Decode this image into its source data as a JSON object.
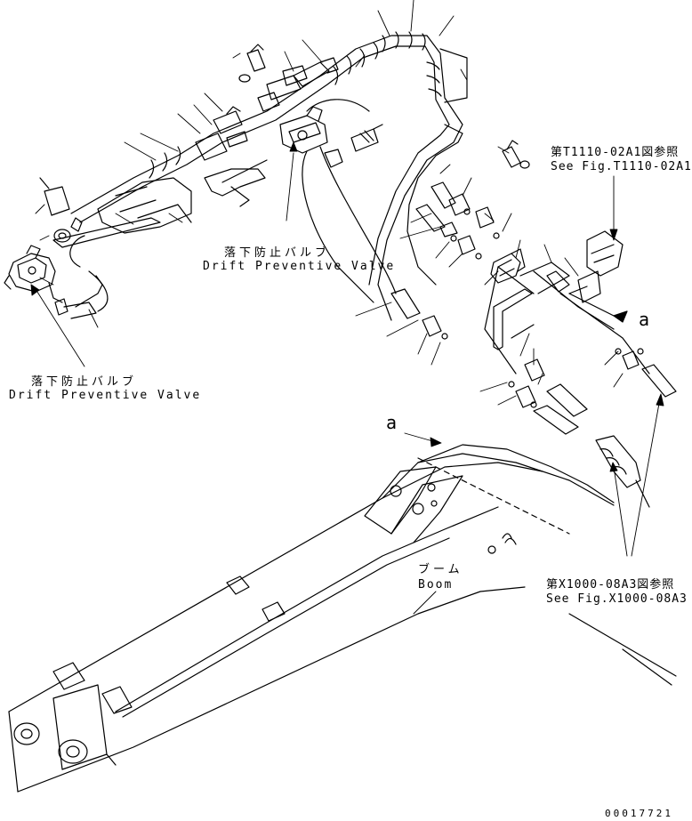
{
  "labels": {
    "valve_upper_ja": "落下防止バルブ",
    "valve_upper_en": "Drift Preventive Valve",
    "valve_left_ja": "落下防止バルブ",
    "valve_left_en": "Drift Preventive Valve",
    "ref1_ja": "第T1110-02A1図参照",
    "ref1_en": "See Fig.T1110-02A1",
    "ref2_ja": "第X1000-08A3図参照",
    "ref2_en": "See Fig.X1000-08A3",
    "boom_ja": "ブーム",
    "boom_en": "Boom",
    "marker_a_right": "a",
    "marker_a_left": "a",
    "drawing_number": "00017721"
  }
}
